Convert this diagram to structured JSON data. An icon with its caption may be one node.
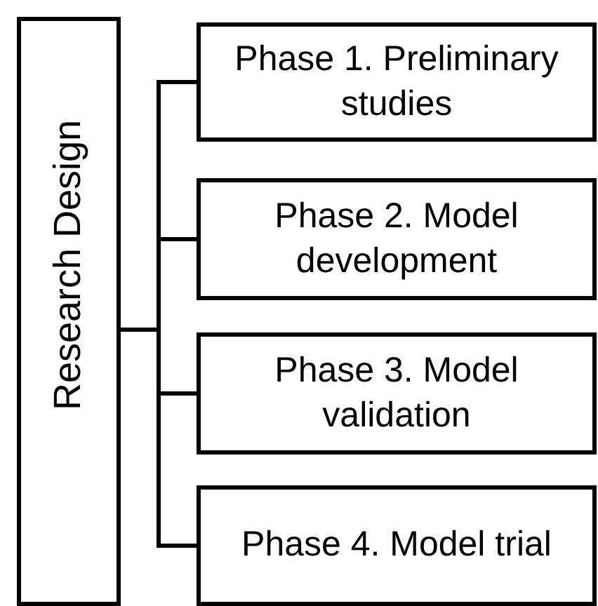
{
  "diagram": {
    "nodes": [
      {
        "text": [
          "Research Design"
        ]
      },
      {
        "text": [
          "Phase 1. Preliminary studies"
        ]
      },
      {
        "text": [
          "Phase 2. Model development"
        ]
      },
      {
        "text": [
          "Phase 3. Model validation"
        ]
      },
      {
        "text": [
          "Phase 4. Model trial"
        ]
      }
    ],
    "edges": [
      {
        "from": 0,
        "to": 1,
        "arrow": "none"
      },
      {
        "from": 0,
        "to": 2,
        "arrow": "none"
      },
      {
        "from": 0,
        "to": 3,
        "arrow": "none"
      },
      {
        "from": 0,
        "to": 4,
        "arrow": "none"
      }
    ]
  }
}
